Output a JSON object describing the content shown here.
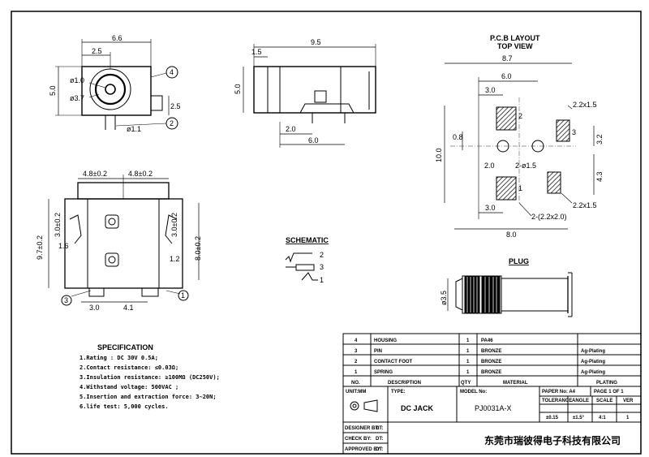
{
  "front_view": {
    "width_label": "6.6",
    "offset_label": "2.5",
    "height_label": "5.0",
    "hole_small": "ø1.0",
    "hole_large": "ø3.7",
    "pin_offset": "2.5",
    "pin_dia": "ø1.1",
    "callout_4": "4",
    "callout_2": "2"
  },
  "side_view": {
    "length_label": "9.5",
    "step_label": "1.5",
    "height_label": "5.0",
    "pin_a": "2.0",
    "pin_b": "6.0"
  },
  "bottom_view": {
    "left_half": "4.8±0.2",
    "right_half": "4.8±0.2",
    "total_h": "9.7±0.2",
    "inner_h": "8.0±0.2",
    "slot_a": "3.0±0.2",
    "slot_b": "3.0±0.2",
    "w_left": "1.6",
    "w_right": "1.2",
    "bottom_a": "3.0",
    "bottom_b": "4.1",
    "callout_3": "3",
    "callout_1": "1"
  },
  "pcb": {
    "title": "P.C.B LAYOUT",
    "subtitle": "TOP VIEW",
    "w_total": "8.7",
    "w_mid": "6.0",
    "w_left": "3.0",
    "pad_size_1": "2.2x1.5",
    "pad_size_2": "2.2x1.5",
    "h_total": "10.0",
    "v_a": "0.8",
    "v_b": "3.2",
    "v_c": "4.3",
    "hole": "2-ø1.5",
    "hole_gap": "2.0",
    "slot": "2-(2.2x2.0)",
    "b_left": "3.0",
    "b_total": "8.0",
    "pad_2": "2",
    "pad_3": "3",
    "pad_1": "1"
  },
  "schematic": {
    "title": "SCHEMATIC",
    "pins": [
      "2",
      "3",
      "1"
    ]
  },
  "plug": {
    "title": "PLUG",
    "dia": "ø3.5"
  },
  "specification": {
    "title": "SPECIFICATION",
    "lines": [
      "1.Rating : DC 30V 0.5A;",
      "2.Contact resistance: ≤0.03Ω;",
      "3.Insulation resistance: ≥100MΩ (DC250V);",
      "4.Withstand voltage: 500VAC ;",
      "5.Insertion and extraction force: 3~20N;",
      "6.life test: 5,000 cycles."
    ]
  },
  "bom": {
    "rows": [
      {
        "no": "4",
        "desc": "HOUSING",
        "qty": "1",
        "mat": "PA46",
        "plating": ""
      },
      {
        "no": "3",
        "desc": "PIN",
        "qty": "1",
        "mat": "BRONZE",
        "plating": "Ag-Plating"
      },
      {
        "no": "2",
        "desc": "CONTACT FOOT",
        "qty": "1",
        "mat": "BRONZE",
        "plating": "Ag-Plating"
      },
      {
        "no": "1",
        "desc": "SPRING",
        "qty": "1",
        "mat": "BRONZE",
        "plating": "Ag-Plating"
      }
    ],
    "header": {
      "no": "NO.",
      "desc": "DESCRIPTION",
      "qty": "QTY",
      "mat": "MATERIAL",
      "plating": "PLATING"
    }
  },
  "title_block": {
    "unit_label": "UNIT:MM",
    "type_label": "TYPE:",
    "type_value": "DC  JACK",
    "model_label": "MODEL No:",
    "model_value": "PJ0031A-X",
    "paper_label": "PAPER No: A4",
    "page_label": "PAGE 1 OF 1",
    "tol_label": "TOLERANCE",
    "angle_label": "ANGLE",
    "scale_label": "SCALE",
    "ver_label": "VER",
    "tol_value": "±0.15",
    "angle_value": "±1.5°",
    "scale_value": "4:1",
    "ver_value": "1",
    "designer": "DESIGNER BY:",
    "check": "CHECK BY:",
    "approved": "APPROVED BY:",
    "date1": "DT:",
    "date2": "DT:",
    "date3": "DT:",
    "company": "东莞市瑞彼得电子科技有限公司"
  }
}
